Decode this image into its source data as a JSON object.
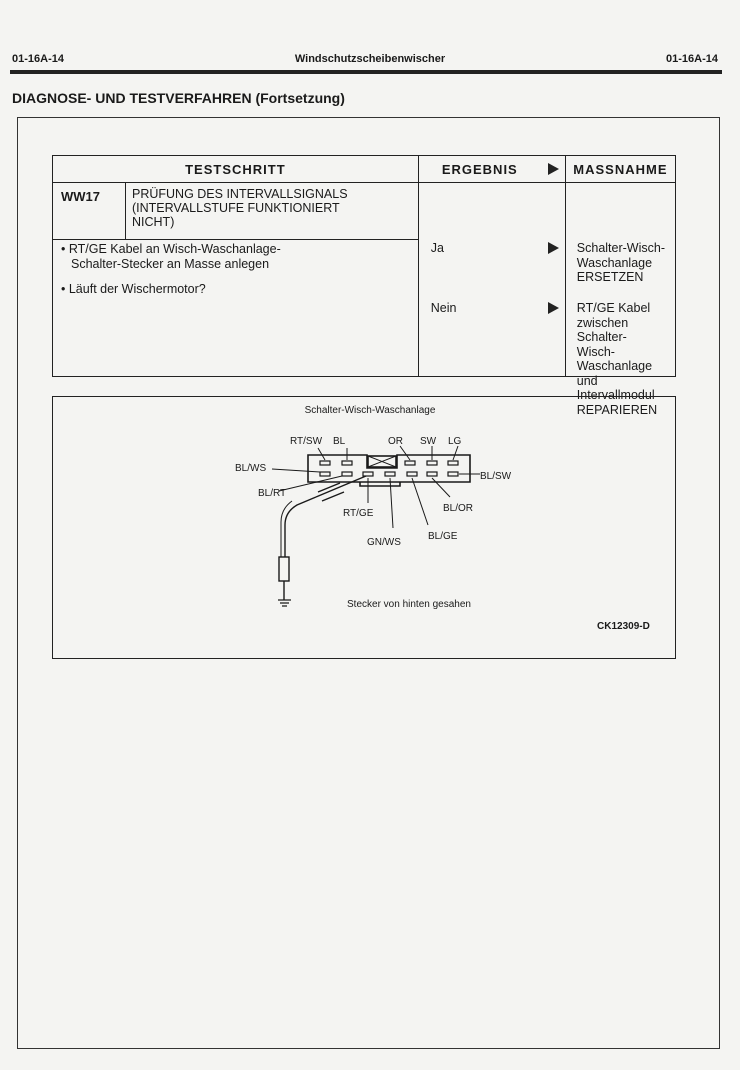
{
  "header": {
    "page_left": "01-16A-14",
    "center": "Windschutzscheibenwischer",
    "page_right": "01-16A-14"
  },
  "section_title": "DIAGNOSE- UND TESTVERFAHREN (Fortsetzung)",
  "table": {
    "col_testschritt": "TESTSCHRITT",
    "col_ergebnis": "ERGEBNIS",
    "col_massnahme": "MASSNAHME",
    "step_id": "WW17",
    "step_title": [
      "PRÜFUNG DES INTERVALLSIGNALS",
      "(INTERVALLSTUFE FUNKTIONIERT",
      "NICHT)"
    ],
    "instructions": [
      "RT/GE Kabel an Wisch-Waschanlage-",
      "Schalter-Stecker an Masse anlegen",
      "Läuft der Wischermotor?"
    ],
    "results": [
      {
        "label": "Ja",
        "action": [
          "Schalter-Wisch-",
          "Waschanlage",
          "ERSETZEN"
        ]
      },
      {
        "label": "Nein",
        "action": [
          "RT/GE Kabel",
          "zwischen Schalter-",
          "Wisch-Waschanlage",
          "und Intervallmodul",
          "REPARIEREN"
        ]
      }
    ]
  },
  "diagram": {
    "title": "Schalter-Wisch-Waschanlage",
    "labels": {
      "rtsw": "RT/SW",
      "bl": "BL",
      "or": "OR",
      "sw": "SW",
      "lg": "LG",
      "blws": "BL/WS",
      "blrt": "BL/RT",
      "rtge": "RT/GE",
      "gnws": "GN/WS",
      "blge": "BL/GE",
      "blor": "BL/OR",
      "blsw": "BL/SW"
    },
    "caption": "Stecker von hinten gesahen",
    "figure_id": "CK12309-D"
  }
}
